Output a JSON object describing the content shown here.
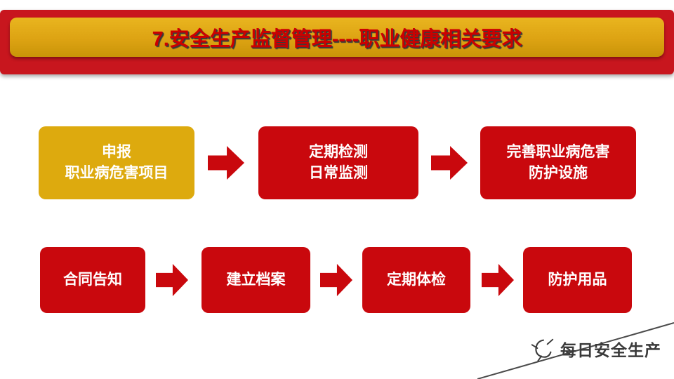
{
  "header": {
    "title": "7.安全生产监督管理----职业健康相关要求"
  },
  "diagram": {
    "row1": [
      {
        "line1": "申报",
        "line2": "职业病危害项目"
      },
      {
        "line1": "定期检测",
        "line2": "日常监测"
      },
      {
        "line1": "完善职业病危害",
        "line2": "防护设施"
      }
    ],
    "row2": [
      {
        "label": "合同告知"
      },
      {
        "label": "建立档案"
      },
      {
        "label": "定期体检"
      },
      {
        "label": "防护用品"
      }
    ]
  },
  "footer": {
    "watermark": "每日安全生产"
  },
  "colors": {
    "banner_red": "#c8161e",
    "plate_gold": "#dda313",
    "node_gold": "#ddaa0e",
    "node_red": "#c9080d",
    "title_red": "#cc0000",
    "watermark_gray": "#3a3a3a"
  }
}
